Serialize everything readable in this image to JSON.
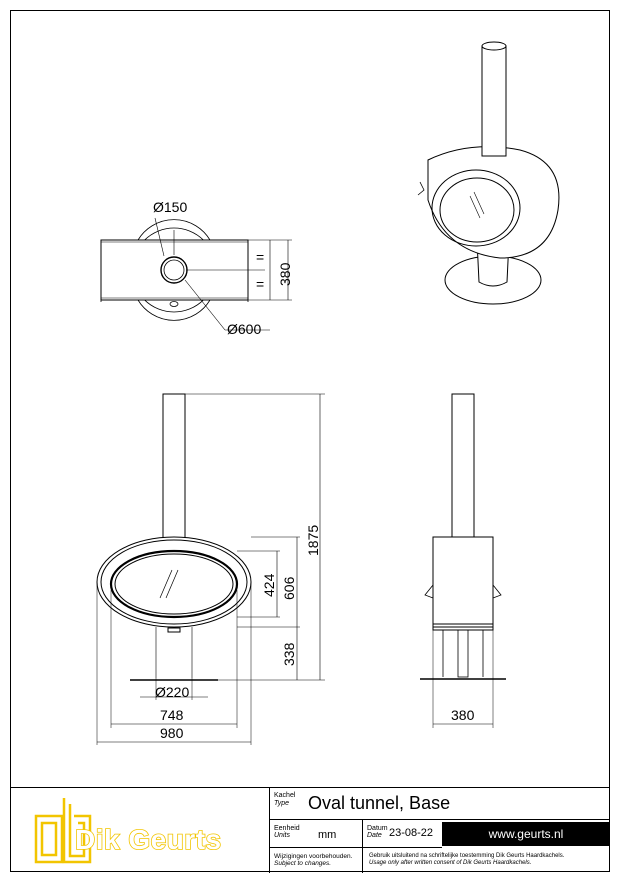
{
  "dimensions": {
    "chimney_diameter": "Ø150",
    "base_plate_diameter": "Ø600",
    "depth": "380",
    "equal_mark": "=",
    "total_height": "1875",
    "body_height": "606",
    "glass_height": "424",
    "base_height": "338",
    "foot_diameter": "Ø220",
    "glass_width": "748",
    "body_width": "980",
    "side_depth": "380"
  },
  "title_block": {
    "brand": "Dik Geurts",
    "type_label_nl": "Kachel",
    "type_label_en": "Type",
    "type_value": "Oval tunnel, Base",
    "unit_label_nl": "Eenheid",
    "unit_label_en": "Units",
    "unit_value": "mm",
    "date_label_nl": "Datum",
    "date_label_en": "Date",
    "date_value": "23-08-22",
    "website": "www.geurts.nl",
    "note_nl": "Wijzigingen voorbehouden.",
    "note_en": "Subject to changes.",
    "usage_nl": "Gebruik uitsluitend na schriftelijke toestemming Dik Geurts Haardkachels.",
    "usage_en": "Usage only after written consent of Dik Geurts Haardkachels.",
    "logo_color": "#f2c500"
  }
}
